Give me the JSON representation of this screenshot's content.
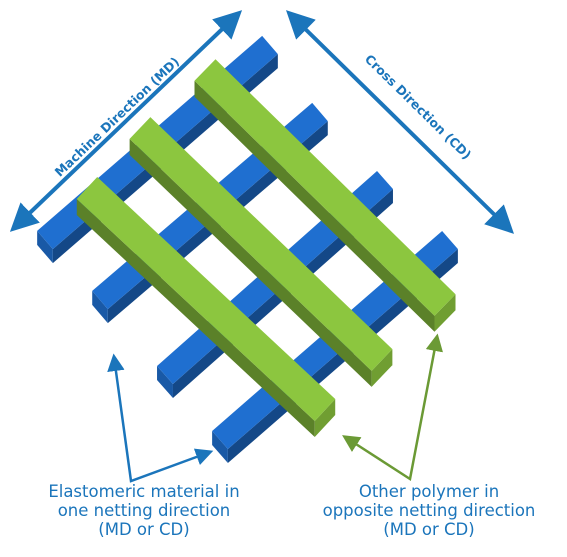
{
  "labels": {
    "machine_direction": "Machine Direction (MD)",
    "cross_direction": "Cross Direction (CD)"
  },
  "captions": {
    "left": [
      "Elastomeric material in",
      "one netting direction",
      "(MD or CD)"
    ],
    "right": [
      "Other polymer in",
      "opposite netting direction",
      "(MD or CD)"
    ]
  },
  "colors": {
    "blue_strand": "#1f6fd0",
    "green_strand": "#8cc63f",
    "arrow_blue": "#1b75bb",
    "arrow_green": "#6b9a35",
    "text_blue": "#1b75bb"
  }
}
